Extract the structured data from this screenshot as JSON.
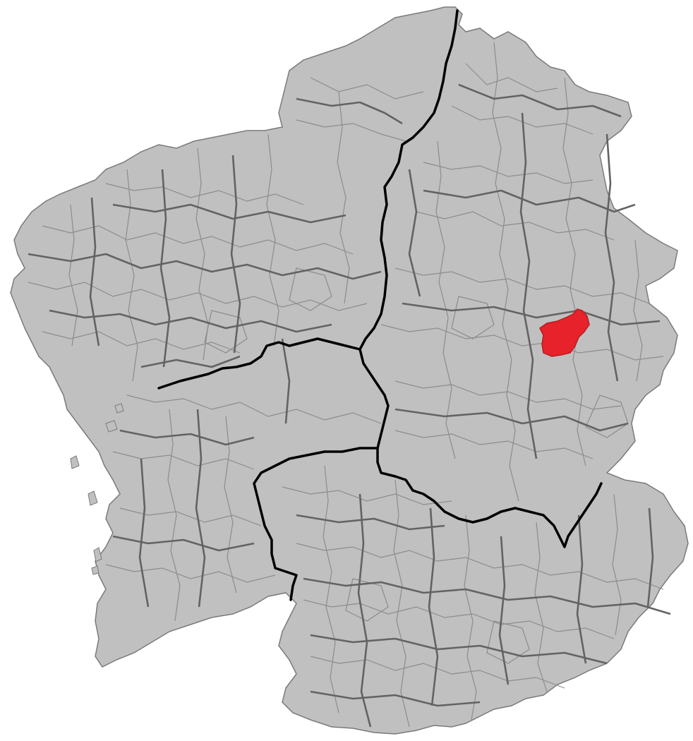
{
  "map": {
    "colors": {
      "background": "#ffffff",
      "land": "#c0c0c0",
      "municipality_border": "#8c8c8c",
      "comarca_border": "#636363",
      "province_border": "#000000",
      "highlight": "#e8222a",
      "highlight_border": "#b81c22"
    },
    "highlighted_region": "municipality-red",
    "layers": [
      "land",
      "municipalities",
      "comarcas",
      "provinces",
      "highlight"
    ]
  }
}
